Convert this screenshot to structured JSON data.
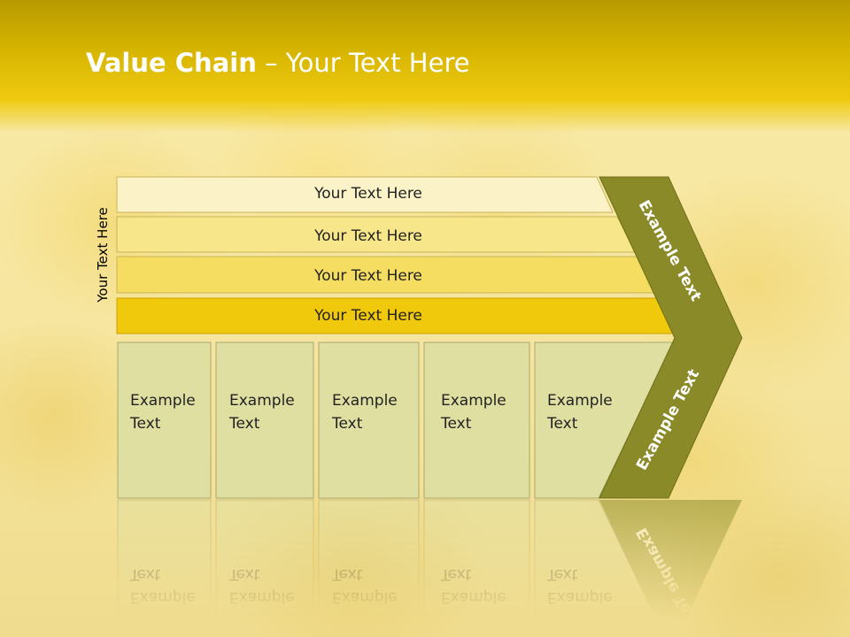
{
  "slide": {
    "title_bold": "Value Chain",
    "title_rest": " – Your Text Here",
    "side_label": "Your Text Here",
    "rows": [
      {
        "label": "Your Text Here",
        "color": "#fbf2c8"
      },
      {
        "label": "Your Text Here",
        "color": "#f8e68a"
      },
      {
        "label": "Your Text Here",
        "color": "#f5dd62"
      },
      {
        "label": "Your Text Here",
        "color": "#f0c80c"
      }
    ],
    "columns": [
      {
        "line1": "Example",
        "line2": "Text"
      },
      {
        "line1": "Example",
        "line2": "Text"
      },
      {
        "line1": "Example",
        "line2": "Text"
      },
      {
        "line1": "Example",
        "line2": "Text"
      },
      {
        "line1": "Example",
        "line2": "Text"
      }
    ],
    "arrow_top_label": "Example Text",
    "arrow_bottom_label": "Example Text",
    "colors": {
      "column_fill": "#e0dfa2",
      "arrow_fill": "#8a8a28",
      "header_gold": "#d4b300"
    }
  }
}
